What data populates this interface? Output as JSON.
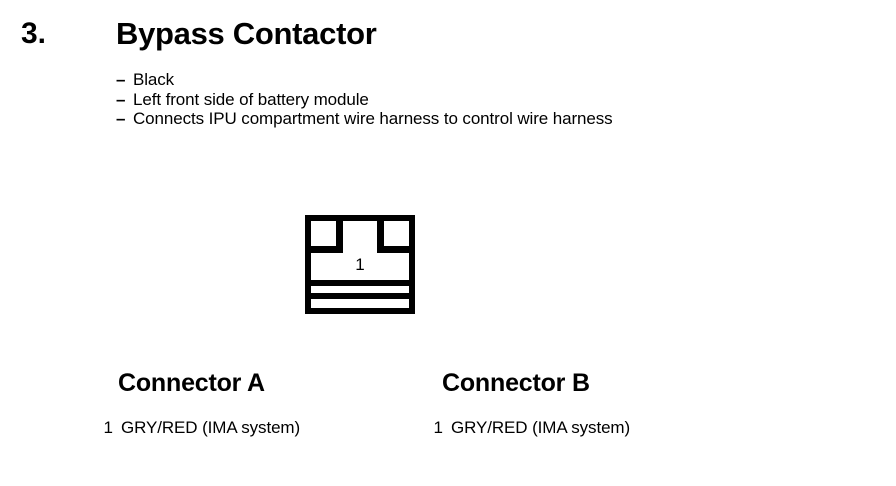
{
  "page": {
    "background_color": "#ffffff",
    "text_color": "#000000"
  },
  "header": {
    "item_number": "3.",
    "title": "Bypass Contactor"
  },
  "bullets": [
    {
      "dash": "–",
      "text": "Black"
    },
    {
      "dash": "–",
      "text": "Left front side of battery module"
    },
    {
      "dash": "–",
      "text": "Connects IPU compartment wire harness to control wire harness"
    }
  ],
  "symbol": {
    "name": "connector-symbol",
    "pin_number": "1"
  },
  "connectors": [
    {
      "heading": "Connector A",
      "pins": [
        {
          "number": "1",
          "label": "GRY/RED (IMA system)"
        }
      ]
    },
    {
      "heading": "Connector B",
      "pins": [
        {
          "number": "1",
          "label": "GRY/RED (IMA system)"
        }
      ]
    }
  ]
}
